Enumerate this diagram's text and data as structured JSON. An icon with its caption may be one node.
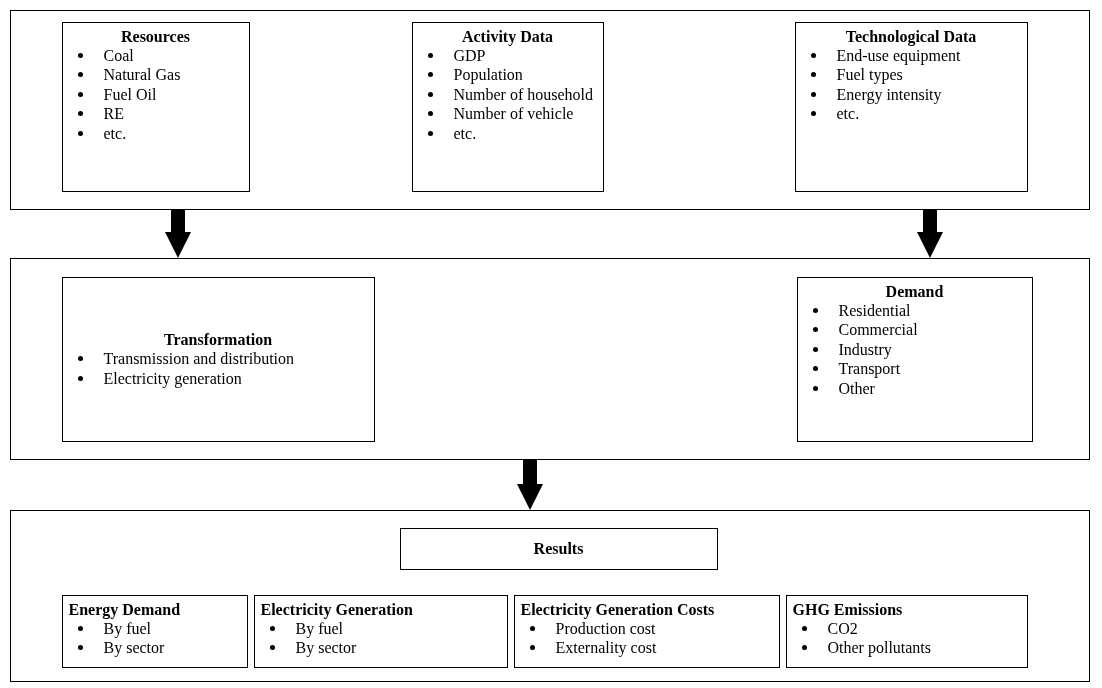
{
  "diagram": {
    "nodes": [
      {
        "text": [],
        "shape": "box"
      },
      {
        "text": [
          "Resources",
          "Coal",
          "Natural Gas",
          "Fuel Oil",
          "RE",
          "etc."
        ],
        "in": 0
      },
      {
        "text": [
          "Activity Data",
          "GDP",
          "Population",
          "Number of household",
          "Number of vehicle",
          "etc."
        ],
        "in": 0
      },
      {
        "text": [
          "Technological Data",
          "End-use equipment",
          "Fuel types",
          "Energy intensity",
          "etc."
        ],
        "in": 0
      },
      {
        "text": [],
        "shape": "box"
      },
      {
        "text": [
          "Transformation",
          "Transmission and distribution",
          "Electricity generation"
        ],
        "in": 4
      },
      {
        "text": [
          "Demand",
          "Residential",
          "Commercial",
          "Industry",
          "Transport",
          "Other"
        ],
        "in": 4
      },
      {
        "text": [],
        "shape": "box"
      },
      {
        "text": [
          "Results"
        ],
        "in": 7
      },
      {
        "text": [
          "Energy Demand",
          "By fuel",
          "By sector"
        ],
        "in": 7
      },
      {
        "text": [
          "Electricity Generation",
          "By fuel",
          "By sector"
        ],
        "in": 7
      },
      {
        "text": [
          "Electricity Generation Costs",
          "Production cost",
          "Externality cost"
        ],
        "in": 7
      },
      {
        "text": [
          "GHG Emissions",
          "CO2",
          "Other pollutants"
        ],
        "in": 7
      }
    ],
    "edges": [
      {
        "from": 0,
        "to": 4,
        "arrow": "to"
      },
      {
        "from": 0,
        "to": 4,
        "arrow": "to"
      },
      {
        "from": 4,
        "to": 7,
        "arrow": "to"
      }
    ]
  }
}
